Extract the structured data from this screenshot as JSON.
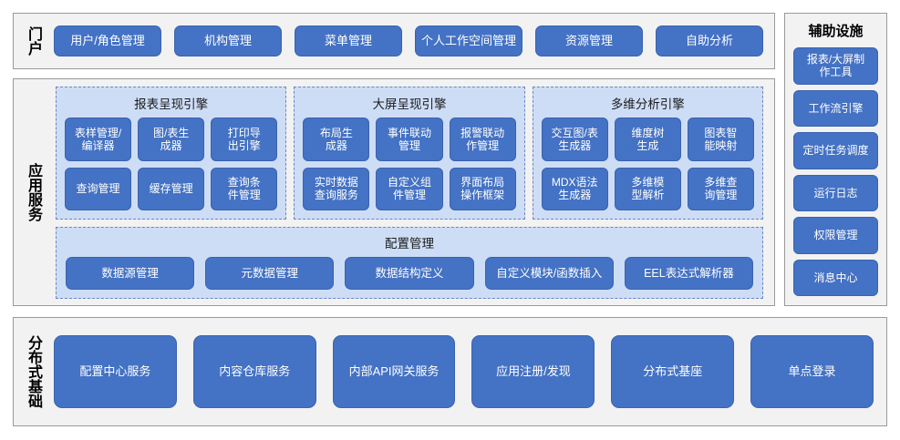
{
  "colors": {
    "button_blue": "#4472C4",
    "panel_light_blue": "#CEDDF6",
    "section_gray": "#F2F2F2",
    "section_border": "#9A9A9A",
    "dashed_border": "#6D86BD",
    "page_background": "#FFFFFF"
  },
  "portal": {
    "label": "门户",
    "items": [
      {
        "label": "用户/角色管理"
      },
      {
        "label": "机构管理"
      },
      {
        "label": "菜单管理"
      },
      {
        "label": "个人工作空间管理"
      },
      {
        "label": "资源管理"
      },
      {
        "label": "自助分析"
      }
    ]
  },
  "app_services": {
    "label": "应用服务",
    "engines": [
      {
        "title": "报表呈现引擎",
        "items": [
          {
            "label": "表样管理/\n编译器"
          },
          {
            "label": "图/表生\n成器"
          },
          {
            "label": "打印导\n出引擎"
          },
          {
            "label": "查询管理"
          },
          {
            "label": "缓存管理"
          },
          {
            "label": "查询条\n件管理"
          }
        ]
      },
      {
        "title": "大屏呈现引擎",
        "items": [
          {
            "label": "布局生\n成器"
          },
          {
            "label": "事件联动\n管理"
          },
          {
            "label": "报警联动\n作管理"
          },
          {
            "label": "实时数据\n查询服务"
          },
          {
            "label": "自定义组\n件管理"
          },
          {
            "label": "界面布局\n操作框架"
          }
        ]
      },
      {
        "title": "多维分析引擎",
        "items": [
          {
            "label": "交互图/表\n生成器"
          },
          {
            "label": "维度树\n生成"
          },
          {
            "label": "图表智\n能映射"
          },
          {
            "label": "MDX语法\n生成器"
          },
          {
            "label": "多维模\n型解析"
          },
          {
            "label": "多维查\n询管理"
          }
        ]
      }
    ],
    "config": {
      "title": "配置管理",
      "items": [
        {
          "label": "数据源管理"
        },
        {
          "label": "元数据管理"
        },
        {
          "label": "数据结构定义"
        },
        {
          "label": "自定义模块/函数插入"
        },
        {
          "label": "EEL表达式解析器"
        }
      ]
    }
  },
  "aux_facilities": {
    "title": "辅助设施",
    "items": [
      {
        "label": "报表/大屏制\n作工具"
      },
      {
        "label": "工作流引擎"
      },
      {
        "label": "定时任务调度"
      },
      {
        "label": "运行日志"
      },
      {
        "label": "权限管理"
      },
      {
        "label": "消息中心"
      }
    ]
  },
  "distributed_base": {
    "label": "分布式基础",
    "items": [
      {
        "label": "配置中心服务"
      },
      {
        "label": "内容仓库服务"
      },
      {
        "label": "内部API网关服务"
      },
      {
        "label": "应用注册/发现"
      },
      {
        "label": "分布式基座"
      },
      {
        "label": "单点登录"
      }
    ]
  }
}
